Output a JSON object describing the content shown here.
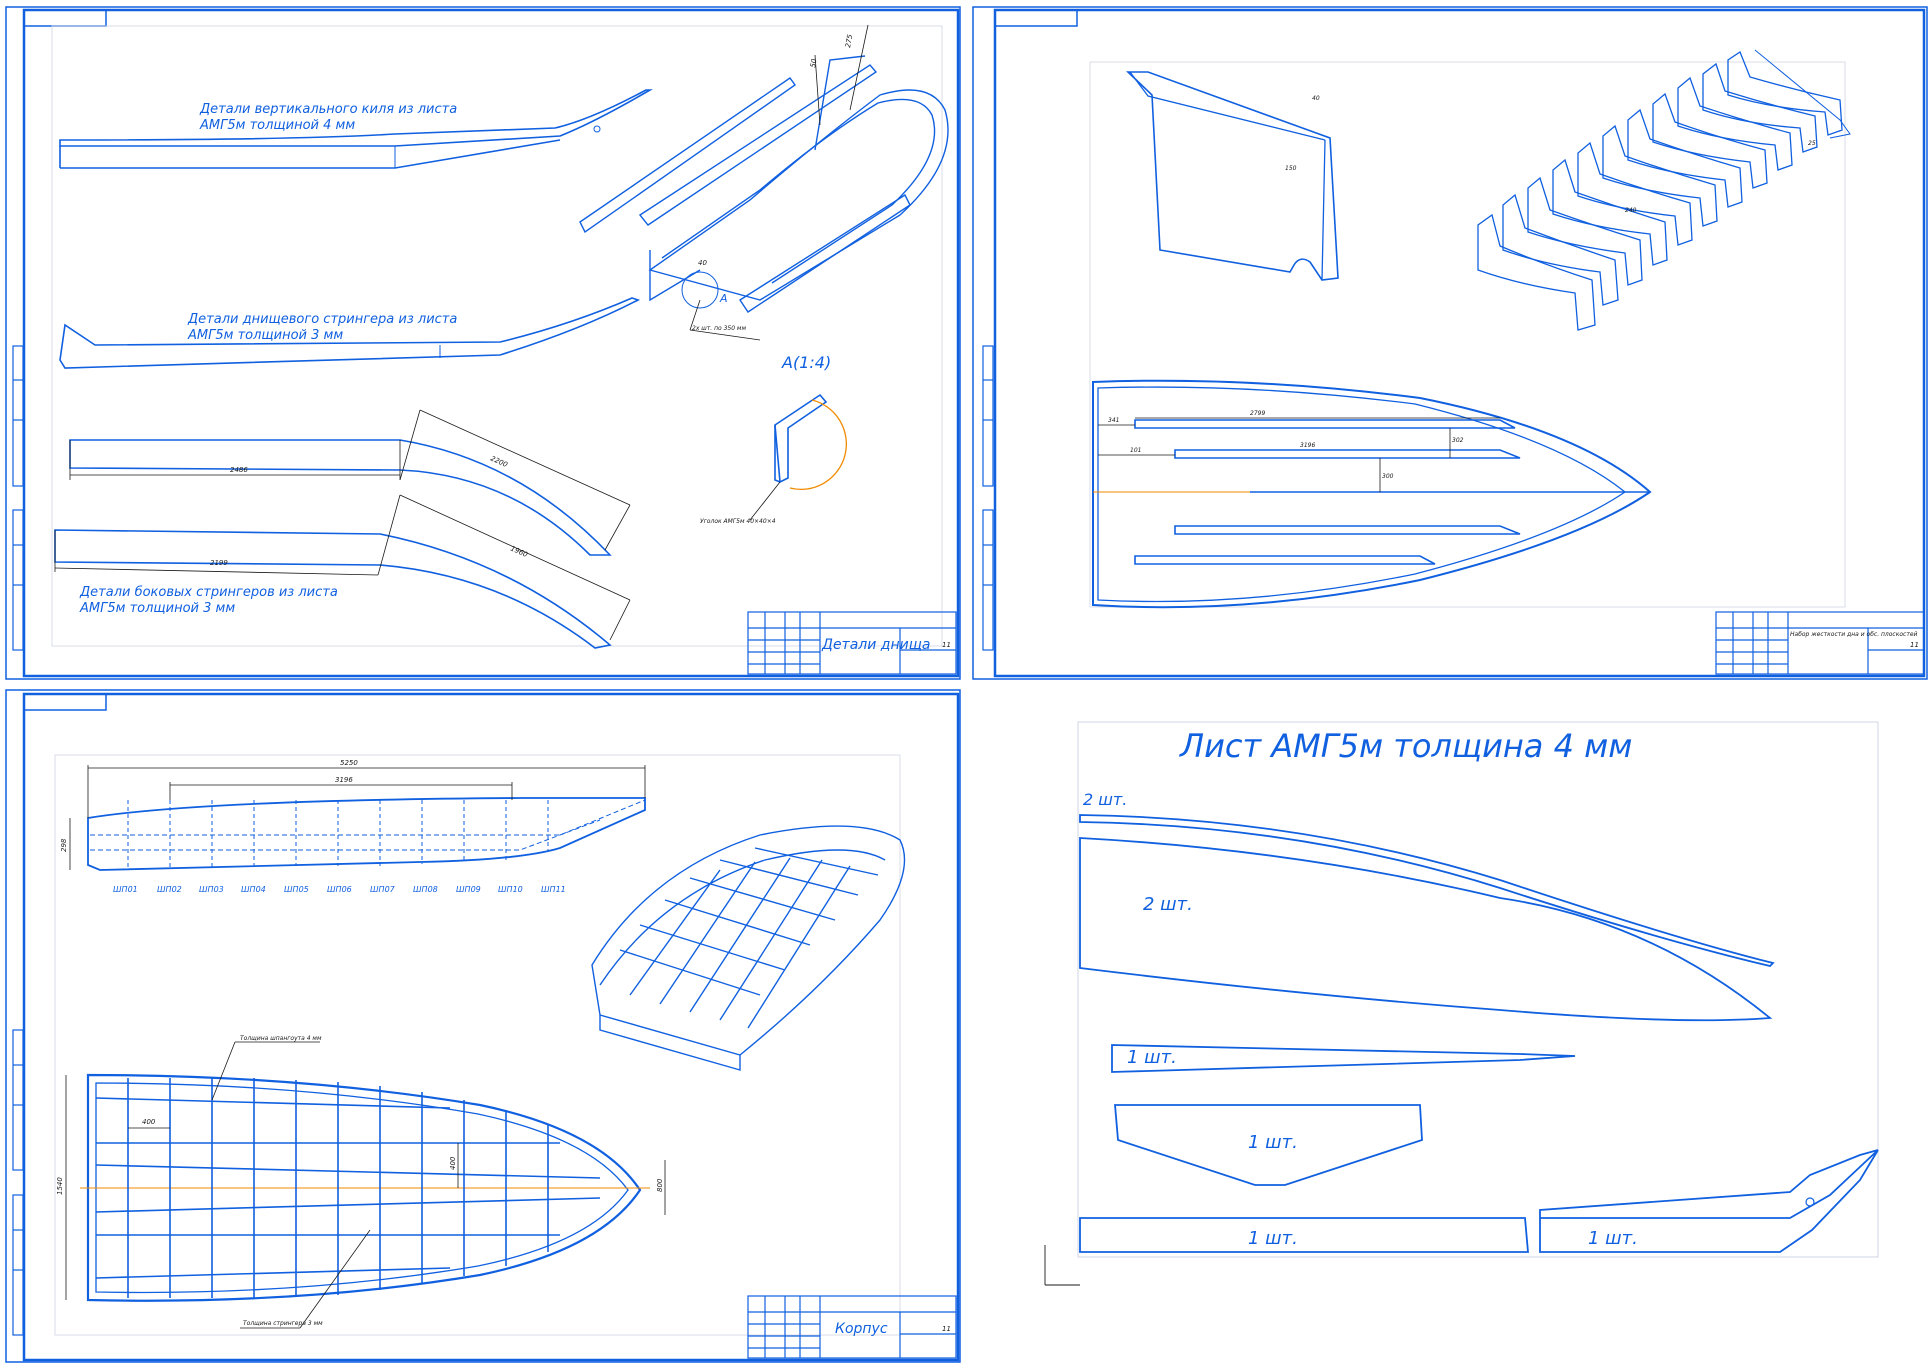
{
  "colors": {
    "line": "#1060e0",
    "dim": "#1a1a1a",
    "accent": "#f08a00",
    "paper": "#ffffff"
  },
  "sheet1": {
    "title": "Детали днища",
    "sheet_no": "11",
    "keel_note_1": "Детали вертикального киля из листа",
    "keel_note_2": "АМГ5м толщиной 4 мм",
    "stringer_note_1": "Детали днищевого стрингера из листа",
    "stringer_note_2": "АМГ5м толщиной 3 мм",
    "side_note_1": "Детали боковых стрингеров из листа",
    "side_note_2": "АМГ5м толщиной 3 мм",
    "view_label": "А(1:4)",
    "callout_a": "А",
    "profile_note": "Уголок АМГ5м 40×40×4",
    "pcs_note": "2х шт. по 350 мм",
    "dims": [
      "2486",
      "2200",
      "2199",
      "1960",
      "50",
      "275",
      "40"
    ]
  },
  "sheet2": {
    "title_block": "Набор жесткости дна и обс. плоскостей",
    "sheet_no": "11",
    "dims": [
      "2799",
      "3196",
      "341",
      "101",
      "302",
      "300",
      "40",
      "150",
      "25",
      "240"
    ]
  },
  "sheet3": {
    "title": "Корпус",
    "sheet_no": "11",
    "frames": [
      "ШП01",
      "ШП02",
      "ШП03",
      "ШП04",
      "ШП05",
      "ШП06",
      "ШП07",
      "ШП08",
      "ШП09",
      "ШП10",
      "ШП11"
    ],
    "dims": [
      "5250",
      "3196",
      "298",
      "400",
      "1540",
      "400",
      "800"
    ],
    "note_top": "Толщина шпангоута 4 мм",
    "note_bottom": "Толщина стрингера 3 мм"
  },
  "sheet4": {
    "title": "Лист АМГ5м толщина 4 мм",
    "qty": [
      "2 шт.",
      "2 шт.",
      "1 шт.",
      "1 шт.",
      "1 шт.",
      "1 шт."
    ]
  }
}
